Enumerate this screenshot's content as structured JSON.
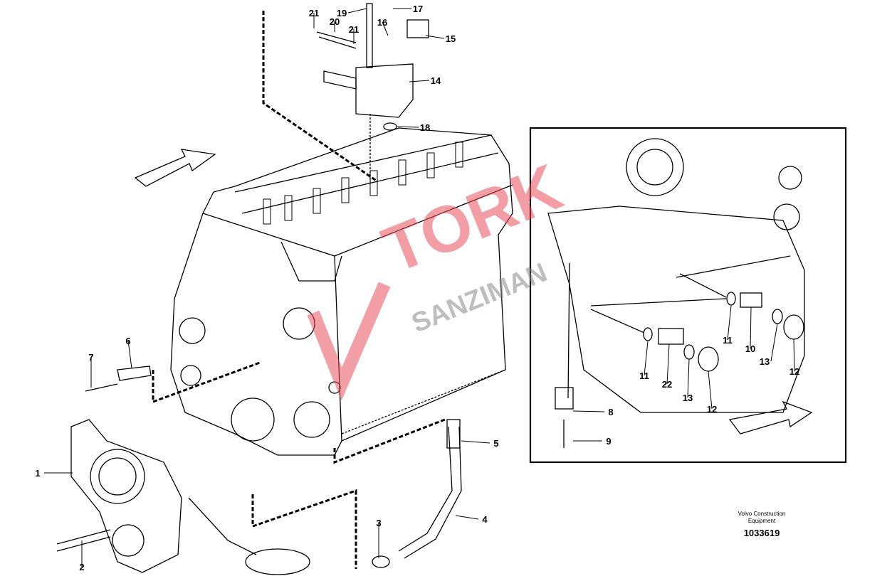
{
  "diagram": {
    "callouts": [
      "21",
      "19",
      "17",
      "20",
      "21",
      "16",
      "15",
      "14",
      "18",
      "7",
      "6",
      "1",
      "2",
      "3",
      "4",
      "5",
      "8",
      "9",
      "11",
      "10",
      "13",
      "12",
      "11",
      "22",
      "13",
      "12"
    ],
    "caption": {
      "publisher": "Volvo Construction Equipment",
      "line1": "Volvo Construction",
      "line2": "Equipment",
      "drawing_number": "1033619"
    },
    "watermark": {
      "line1": "TORK",
      "line2": "SANZIMAN",
      "color": "#e8505b"
    },
    "colors": {
      "line": "#000000",
      "watermark": "#e8505b",
      "watermark_gray": "#8a8a8a"
    }
  }
}
